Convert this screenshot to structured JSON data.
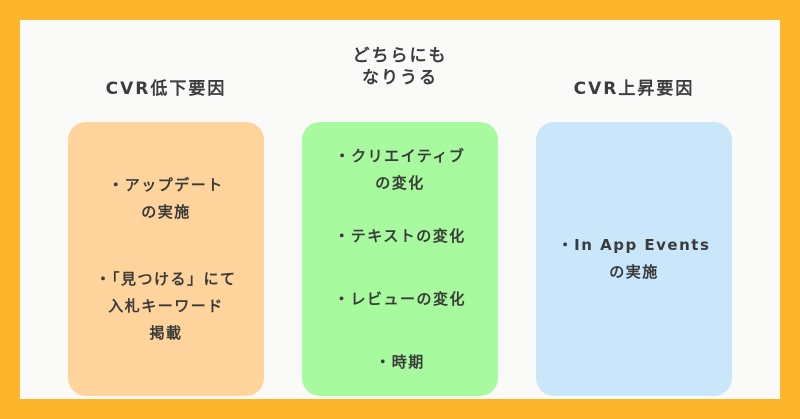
{
  "colors": {
    "frame": "#FDB62B",
    "background": "#FAFAF9",
    "left_card": "#FFD49C",
    "middle_card": "#A7FA9E",
    "right_card": "#C9E6FB"
  },
  "columns": [
    {
      "title": "CVR低下要因",
      "items": [
        "・アップデート\nの実施",
        "・「見つける」にて\n入札キーワード\n掲載"
      ]
    },
    {
      "title": "どちらにも\nなりうる",
      "items": [
        "・クリエイティブ\nの変化",
        "・テキストの変化",
        "・レビューの変化",
        "・時期"
      ]
    },
    {
      "title": "CVR上昇要因",
      "items": [
        "・In App Events\nの実施"
      ]
    }
  ]
}
